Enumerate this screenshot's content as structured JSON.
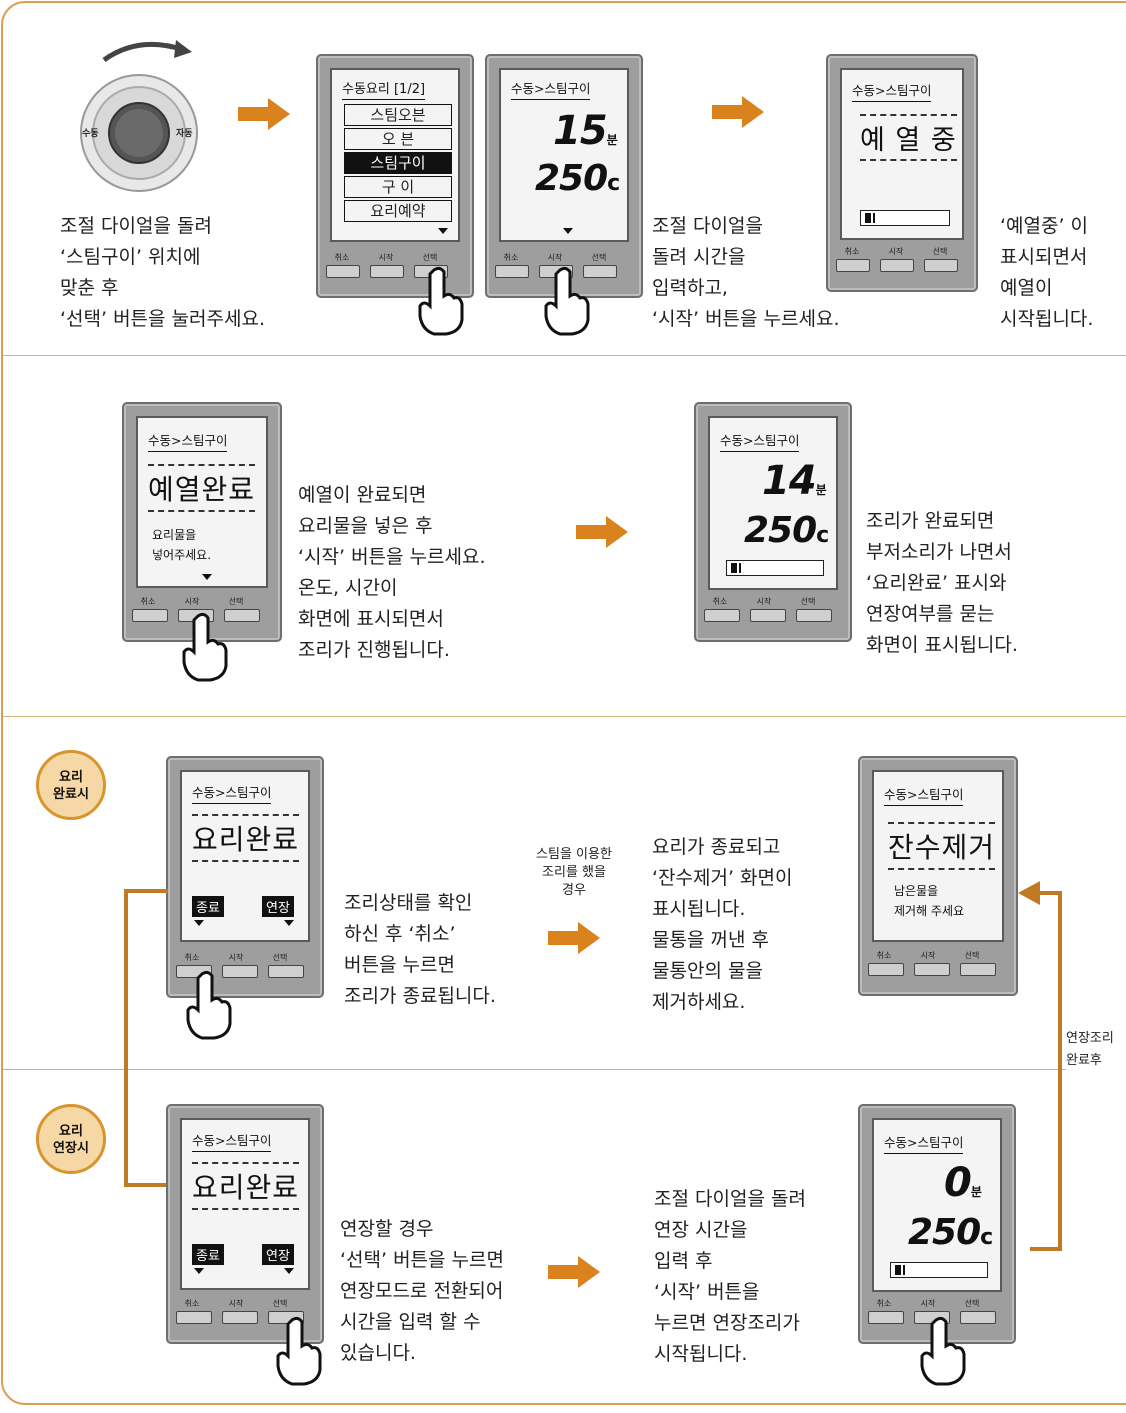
{
  "colors": {
    "accent": "#d9821e",
    "frame": "#d9a055",
    "badge_bg": "#f6d7a6",
    "line": "#c07a23"
  },
  "icons": [
    "dial-icon",
    "arrow-right-icon",
    "hand-pointer-icon",
    "arrow-up-icon"
  ],
  "common": {
    "header": "수동>스팀구이",
    "btn_cancel": "취소",
    "btn_start": "시작",
    "btn_select": "선택",
    "unit_min": "분",
    "unit_c": "c",
    "deg": "°"
  },
  "dial": {
    "left": "수동",
    "right": "자동"
  },
  "row1": {
    "dial_text": [
      "조절 다이얼을 돌려",
      "‘스팀구이’ 위치에",
      "맞춘 후",
      "‘선택’ 버튼을 눌러주세요."
    ],
    "menu_header": "수동요리 [1/2]",
    "menu_items": [
      "스팀오븐",
      "오    븐",
      "스팀구이",
      "구    이",
      "요리예약"
    ],
    "screen2": {
      "time": "15",
      "temp": "250"
    },
    "mid_text": [
      "조절 다이얼을",
      "돌려 시간을",
      "입력하고,",
      "‘시작’ 버튼을 누르세요."
    ],
    "screen3": {
      "state": "예 열 중"
    },
    "right_text": [
      "‘예열중’ 이",
      "표시되면서",
      "예열이",
      "시작됩니다."
    ]
  },
  "row2": {
    "screen1": {
      "state": "예열완료",
      "msg1": "요리물을",
      "msg2": "넣어주세요."
    },
    "left_text": [
      "예열이 완료되면",
      "요리물을 넣은 후",
      "‘시작’ 버튼을 누르세요.",
      "온도, 시간이",
      "화면에 표시되면서",
      "조리가 진행됩니다."
    ],
    "screen2": {
      "time": "14",
      "temp": "250"
    },
    "right_text": [
      "조리가 완료되면",
      "부저소리가 나면서",
      "‘요리완료’ 표시와",
      "연장여부를 묻는",
      "화면이 표시됩니다."
    ]
  },
  "row3": {
    "badge": [
      "요리",
      "완료시"
    ],
    "screen1": {
      "state": "요리완료",
      "tag_end": "종료",
      "tag_ext": "연장"
    },
    "left_text": [
      "조리상태를 확인",
      "하신 후 ‘취소’",
      "버튼을 누르면",
      "조리가 종료됩니다."
    ],
    "note": [
      "스팀을 이용한",
      "조리를 했을",
      "경우"
    ],
    "mid_text": [
      "요리가 종료되고",
      "‘잔수제거’ 화면이",
      "표시됩니다.",
      "물통을 꺼낸 후",
      "물통안의 물을",
      "제거하세요."
    ],
    "screen2": {
      "state": "잔수제거",
      "msg1": "남은물을",
      "msg2": "제거해 주세요"
    },
    "side_note": [
      "연장조리",
      "완료후"
    ]
  },
  "row4": {
    "badge": [
      "요리",
      "연장시"
    ],
    "screen1": {
      "state": "요리완료",
      "tag_end": "종료",
      "tag_ext": "연장"
    },
    "left_text": [
      "연장할 경우",
      "‘선택’ 버튼을 누르면",
      "연장모드로 전환되어",
      "시간을 입력 할 수",
      "있습니다."
    ],
    "mid_text": [
      "조절 다이얼을 돌려",
      "연장 시간을",
      "입력 후",
      "‘시작’ 버튼을",
      "누르면 연장조리가",
      "시작됩니다."
    ],
    "screen2": {
      "time": "0",
      "temp": "250"
    }
  }
}
